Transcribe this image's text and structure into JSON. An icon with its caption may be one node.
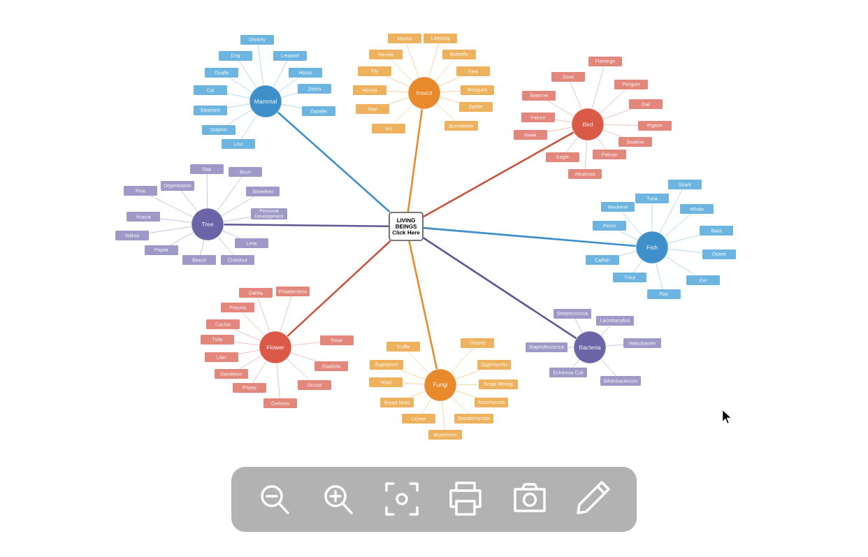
{
  "diagram": {
    "nodes": [
      {
        "text": [
          "LIVING BEINGS Click Here"
        ]
      },
      {
        "text": [
          "Mammal"
        ]
      },
      {
        "text": [
          "Donkey"
        ]
      },
      {
        "text": [
          "Dog"
        ]
      },
      {
        "text": [
          "Leopard"
        ]
      },
      {
        "text": [
          "Giraffe"
        ]
      },
      {
        "text": [
          "Horse"
        ]
      },
      {
        "text": [
          "Cat"
        ]
      },
      {
        "text": [
          "Zebra"
        ]
      },
      {
        "text": [
          "Elephant"
        ]
      },
      {
        "text": [
          "Gazelle"
        ]
      },
      {
        "text": [
          "Dolphin"
        ]
      },
      {
        "text": [
          "Lion"
        ]
      },
      {
        "text": [
          "Insect"
        ]
      },
      {
        "text": [
          "Mantis"
        ]
      },
      {
        "text": [
          "Ladybug"
        ]
      },
      {
        "text": [
          "Termite"
        ]
      },
      {
        "text": [
          "Butterfly"
        ]
      },
      {
        "text": [
          "Fly"
        ]
      },
      {
        "text": [
          "Flea"
        ]
      },
      {
        "text": [
          "Hornet"
        ]
      },
      {
        "text": [
          "Mosquito"
        ]
      },
      {
        "text": [
          "Bee"
        ]
      },
      {
        "text": [
          "Spider"
        ]
      },
      {
        "text": [
          "Ant"
        ]
      },
      {
        "text": [
          "Bumblebee"
        ]
      },
      {
        "text": [
          "Bird"
        ]
      },
      {
        "text": [
          "Flamingo"
        ]
      },
      {
        "text": [
          "Stork"
        ]
      },
      {
        "text": [
          "Penguin"
        ]
      },
      {
        "text": [
          "Sparrow"
        ]
      },
      {
        "text": [
          "Owl"
        ]
      },
      {
        "text": [
          "Falcon"
        ]
      },
      {
        "text": [
          "Pigeon"
        ]
      },
      {
        "text": [
          "Hawk"
        ]
      },
      {
        "text": [
          "Swallow"
        ]
      },
      {
        "text": [
          "Pelican"
        ]
      },
      {
        "text": [
          "Eagle"
        ]
      },
      {
        "text": [
          "Albatross"
        ]
      },
      {
        "text": [
          "Fish"
        ]
      },
      {
        "text": [
          "Shark"
        ]
      },
      {
        "text": [
          "Tuna"
        ]
      },
      {
        "text": [
          "Mackerel"
        ]
      },
      {
        "text": [
          "Whale"
        ]
      },
      {
        "text": [
          "Perch"
        ]
      },
      {
        "text": [
          "Bass"
        ]
      },
      {
        "text": [
          "Oyster"
        ]
      },
      {
        "text": [
          "Catfish"
        ]
      },
      {
        "text": [
          "Trout"
        ]
      },
      {
        "text": [
          "Eel"
        ]
      },
      {
        "text": [
          "Ray"
        ]
      },
      {
        "text": [
          "Tree"
        ]
      },
      {
        "text": [
          "Oak"
        ]
      },
      {
        "text": [
          "Birch"
        ]
      },
      {
        "text": [
          "Pine"
        ]
      },
      {
        "text": [
          "Organisation"
        ]
      },
      {
        "text": [
          "Silverfern"
        ]
      },
      {
        "text": [
          "Personal Development"
        ]
      },
      {
        "text": [
          "Acacia"
        ]
      },
      {
        "text": [
          "Willow"
        ]
      },
      {
        "text": [
          "Lime"
        ]
      },
      {
        "text": [
          "Poplar"
        ]
      },
      {
        "text": [
          "Beech"
        ]
      },
      {
        "text": [
          "Chestnut"
        ]
      },
      {
        "text": [
          "Flower"
        ]
      },
      {
        "text": [
          "Dahlia"
        ]
      },
      {
        "text": [
          "Philadendron"
        ]
      },
      {
        "text": [
          "Petunia"
        ]
      },
      {
        "text": [
          "Cactus"
        ]
      },
      {
        "text": [
          "Tulip"
        ]
      },
      {
        "text": [
          "Rose"
        ]
      },
      {
        "text": [
          "Lilac"
        ]
      },
      {
        "text": [
          "Gladiola"
        ]
      },
      {
        "text": [
          "Dandelion"
        ]
      },
      {
        "text": [
          "Orchid"
        ]
      },
      {
        "text": [
          "Poppy"
        ]
      },
      {
        "text": [
          "Gerbera"
        ]
      },
      {
        "text": [
          "Fungi"
        ]
      },
      {
        "text": [
          "Truffle"
        ]
      },
      {
        "text": [
          "Chytrid"
        ]
      },
      {
        "text": [
          "Zygospore"
        ]
      },
      {
        "text": [
          "Zygomycota"
        ]
      },
      {
        "text": [
          "Yeast"
        ]
      },
      {
        "text": [
          "Script Writing"
        ]
      },
      {
        "text": [
          "Bread Mold"
        ]
      },
      {
        "text": [
          "Ascomycota"
        ]
      },
      {
        "text": [
          "Lichen"
        ]
      },
      {
        "text": [
          "Basidiomycota"
        ]
      },
      {
        "text": [
          "Mushroom"
        ]
      },
      {
        "text": [
          "Bacteria"
        ]
      },
      {
        "text": [
          "Streptococcus"
        ]
      },
      {
        "text": [
          "Lactobacyllus"
        ]
      },
      {
        "text": [
          "Staphyllococcus"
        ]
      },
      {
        "text": [
          "Helicobacter"
        ]
      },
      {
        "text": [
          "Echericia Coli"
        ]
      },
      {
        "text": [
          "Bifidobacterium"
        ]
      }
    ],
    "edges": [
      {
        "from": 0,
        "to": 1,
        "arrow": "none",
        "style": "thick",
        "color": "#3f8fcb"
      },
      {
        "from": 0,
        "to": 13,
        "arrow": "none",
        "style": "thick",
        "color": "#e88a2c"
      },
      {
        "from": 0,
        "to": 26,
        "arrow": "none",
        "style": "thick",
        "color": "#c9533f"
      },
      {
        "from": 0,
        "to": 39,
        "arrow": "none",
        "style": "thick",
        "color": "#3f8fcb"
      },
      {
        "from": 0,
        "to": 51,
        "arrow": "none",
        "style": "thick",
        "color": "#5e5894"
      },
      {
        "from": 0,
        "to": 64,
        "arrow": "none",
        "style": "thick",
        "color": "#c9533f"
      },
      {
        "from": 0,
        "to": 77,
        "arrow": "none",
        "style": "thick",
        "color": "#e88a2c"
      },
      {
        "from": 0,
        "to": 89,
        "arrow": "none",
        "style": "thick",
        "color": "#5e5894"
      },
      {
        "from": 1,
        "to": 2,
        "arrow": "none",
        "color": "#7fbfe6"
      },
      {
        "from": 1,
        "to": 3,
        "arrow": "none",
        "color": "#7fbfe6"
      },
      {
        "from": 1,
        "to": 4,
        "arrow": "none",
        "color": "#7fbfe6"
      },
      {
        "from": 1,
        "to": 5,
        "arrow": "none",
        "color": "#7fbfe6"
      },
      {
        "from": 1,
        "to": 6,
        "arrow": "none",
        "color": "#7fbfe6"
      },
      {
        "from": 1,
        "to": 7,
        "arrow": "none",
        "color": "#7fbfe6"
      },
      {
        "from": 1,
        "to": 8,
        "arrow": "none",
        "color": "#7fbfe6"
      },
      {
        "from": 1,
        "to": 9,
        "arrow": "none",
        "color": "#7fbfe6"
      },
      {
        "from": 1,
        "to": 10,
        "arrow": "none",
        "color": "#7fbfe6"
      },
      {
        "from": 1,
        "to": 11,
        "arrow": "none",
        "color": "#7fbfe6"
      },
      {
        "from": 1,
        "to": 12,
        "arrow": "none",
        "color": "#7fbfe6"
      },
      {
        "from": 13,
        "to": 14,
        "arrow": "none",
        "color": "#f0b865"
      },
      {
        "from": 13,
        "to": 15,
        "arrow": "none",
        "color": "#f0b865"
      },
      {
        "from": 13,
        "to": 16,
        "arrow": "none",
        "color": "#f0b865"
      },
      {
        "from": 13,
        "to": 17,
        "arrow": "none",
        "color": "#f0b865"
      },
      {
        "from": 13,
        "to": 18,
        "arrow": "none",
        "color": "#f0b865"
      },
      {
        "from": 13,
        "to": 19,
        "arrow": "none",
        "color": "#f0b865"
      },
      {
        "from": 13,
        "to": 20,
        "arrow": "none",
        "color": "#f0b865"
      },
      {
        "from": 13,
        "to": 21,
        "arrow": "none",
        "color": "#f0b865"
      },
      {
        "from": 13,
        "to": 22,
        "arrow": "none",
        "color": "#f0b865"
      },
      {
        "from": 13,
        "to": 23,
        "arrow": "none",
        "color": "#f0b865"
      },
      {
        "from": 13,
        "to": 24,
        "arrow": "none",
        "color": "#f0b865"
      },
      {
        "from": 13,
        "to": 25,
        "arrow": "none",
        "color": "#f0b865"
      },
      {
        "from": 26,
        "to": 27,
        "arrow": "none",
        "color": "#e39b90"
      },
      {
        "from": 26,
        "to": 28,
        "arrow": "none",
        "color": "#e39b90"
      },
      {
        "from": 26,
        "to": 29,
        "arrow": "none",
        "color": "#e39b90"
      },
      {
        "from": 26,
        "to": 30,
        "arrow": "none",
        "color": "#e39b90"
      },
      {
        "from": 26,
        "to": 31,
        "arrow": "none",
        "color": "#e39b90"
      },
      {
        "from": 26,
        "to": 32,
        "arrow": "none",
        "color": "#e39b90"
      },
      {
        "from": 26,
        "to": 33,
        "arrow": "none",
        "color": "#e39b90"
      },
      {
        "from": 26,
        "to": 34,
        "arrow": "none",
        "color": "#e39b90"
      },
      {
        "from": 26,
        "to": 35,
        "arrow": "none",
        "color": "#e39b90"
      },
      {
        "from": 26,
        "to": 36,
        "arrow": "none",
        "color": "#e39b90"
      },
      {
        "from": 26,
        "to": 37,
        "arrow": "none",
        "color": "#e39b90"
      },
      {
        "from": 26,
        "to": 38,
        "arrow": "none",
        "color": "#e39b90"
      },
      {
        "from": 39,
        "to": 40,
        "arrow": "none",
        "color": "#7fbfe6"
      },
      {
        "from": 39,
        "to": 41,
        "arrow": "none",
        "color": "#7fbfe6"
      },
      {
        "from": 39,
        "to": 42,
        "arrow": "none",
        "color": "#7fbfe6"
      },
      {
        "from": 39,
        "to": 43,
        "arrow": "none",
        "color": "#7fbfe6"
      },
      {
        "from": 39,
        "to": 44,
        "arrow": "none",
        "color": "#7fbfe6"
      },
      {
        "from": 39,
        "to": 45,
        "arrow": "none",
        "color": "#7fbfe6"
      },
      {
        "from": 39,
        "to": 46,
        "arrow": "none",
        "color": "#7fbfe6"
      },
      {
        "from": 39,
        "to": 47,
        "arrow": "none",
        "color": "#7fbfe6"
      },
      {
        "from": 39,
        "to": 48,
        "arrow": "none",
        "color": "#7fbfe6"
      },
      {
        "from": 39,
        "to": 49,
        "arrow": "none",
        "color": "#7fbfe6"
      },
      {
        "from": 39,
        "to": 50,
        "arrow": "none",
        "color": "#7fbfe6"
      },
      {
        "from": 51,
        "to": 52,
        "arrow": "none",
        "color": "#9e99c6"
      },
      {
        "from": 51,
        "to": 53,
        "arrow": "none",
        "color": "#9e99c6"
      },
      {
        "from": 51,
        "to": 54,
        "arrow": "none",
        "color": "#9e99c6"
      },
      {
        "from": 51,
        "to": 55,
        "arrow": "none",
        "color": "#9e99c6"
      },
      {
        "from": 51,
        "to": 56,
        "arrow": "none",
        "color": "#9e99c6"
      },
      {
        "from": 51,
        "to": 57,
        "arrow": "none",
        "color": "#9e99c6"
      },
      {
        "from": 51,
        "to": 58,
        "arrow": "none",
        "color": "#9e99c6"
      },
      {
        "from": 51,
        "to": 59,
        "arrow": "none",
        "color": "#9e99c6"
      },
      {
        "from": 51,
        "to": 60,
        "arrow": "none",
        "color": "#9e99c6"
      },
      {
        "from": 51,
        "to": 61,
        "arrow": "none",
        "color": "#9e99c6"
      },
      {
        "from": 51,
        "to": 62,
        "arrow": "none",
        "color": "#9e99c6"
      },
      {
        "from": 51,
        "to": 63,
        "arrow": "none",
        "color": "#9e99c6"
      },
      {
        "from": 64,
        "to": 65,
        "arrow": "none",
        "color": "#e39b90"
      },
      {
        "from": 64,
        "to": 66,
        "arrow": "none",
        "color": "#e39b90"
      },
      {
        "from": 64,
        "to": 67,
        "arrow": "none",
        "color": "#e39b90"
      },
      {
        "from": 64,
        "to": 68,
        "arrow": "none",
        "color": "#e39b90"
      },
      {
        "from": 64,
        "to": 69,
        "arrow": "none",
        "color": "#e39b90"
      },
      {
        "from": 64,
        "to": 70,
        "arrow": "none",
        "color": "#e39b90"
      },
      {
        "from": 64,
        "to": 71,
        "arrow": "none",
        "color": "#e39b90"
      },
      {
        "from": 64,
        "to": 72,
        "arrow": "none",
        "color": "#e39b90"
      },
      {
        "from": 64,
        "to": 73,
        "arrow": "none",
        "color": "#e39b90"
      },
      {
        "from": 64,
        "to": 74,
        "arrow": "none",
        "color": "#e39b90"
      },
      {
        "from": 64,
        "to": 75,
        "arrow": "none",
        "color": "#e39b90"
      },
      {
        "from": 64,
        "to": 76,
        "arrow": "none",
        "color": "#e39b90"
      },
      {
        "from": 77,
        "to": 78,
        "arrow": "none",
        "color": "#f0b865"
      },
      {
        "from": 77,
        "to": 79,
        "arrow": "none",
        "color": "#f0b865"
      },
      {
        "from": 77,
        "to": 80,
        "arrow": "none",
        "color": "#f0b865"
      },
      {
        "from": 77,
        "to": 81,
        "arrow": "none",
        "color": "#f0b865"
      },
      {
        "from": 77,
        "to": 82,
        "arrow": "none",
        "color": "#f0b865"
      },
      {
        "from": 77,
        "to": 83,
        "arrow": "none",
        "color": "#f0b865"
      },
      {
        "from": 77,
        "to": 84,
        "arrow": "none",
        "color": "#f0b865"
      },
      {
        "from": 77,
        "to": 85,
        "arrow": "none",
        "color": "#f0b865"
      },
      {
        "from": 77,
        "to": 86,
        "arrow": "none",
        "color": "#f0b865"
      },
      {
        "from": 77,
        "to": 87,
        "arrow": "none",
        "color": "#f0b865"
      },
      {
        "from": 77,
        "to": 88,
        "arrow": "none",
        "color": "#f0b865"
      },
      {
        "from": 89,
        "to": 90,
        "arrow": "none",
        "color": "#9e99c6"
      },
      {
        "from": 89,
        "to": 91,
        "arrow": "none",
        "color": "#9e99c6"
      },
      {
        "from": 89,
        "to": 92,
        "arrow": "none",
        "color": "#9e99c6"
      },
      {
        "from": 89,
        "to": 93,
        "arrow": "none",
        "color": "#9e99c6"
      },
      {
        "from": 89,
        "to": 94,
        "arrow": "none",
        "color": "#9e99c6"
      },
      {
        "from": 89,
        "to": 95,
        "arrow": "none",
        "color": "#9e99c6"
      }
    ]
  }
}
